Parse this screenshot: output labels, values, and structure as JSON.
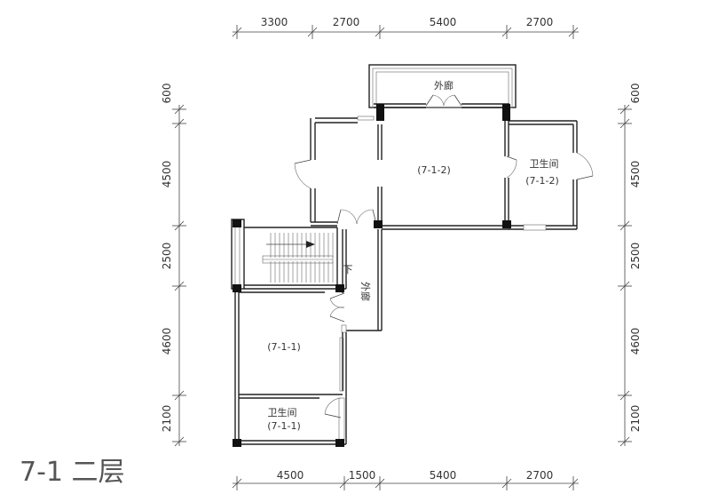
{
  "title": "7-1 二层",
  "dimensions": {
    "top": [
      "3300",
      "2700",
      "5400",
      "2700"
    ],
    "bottom": [
      "4500",
      "1500",
      "5400",
      "2700"
    ],
    "left": [
      "600",
      "4500",
      "2500",
      "4600",
      "2100"
    ],
    "right": [
      "600",
      "4500",
      "2500",
      "4600",
      "2100"
    ]
  },
  "rooms": {
    "corridor_top": "外廊",
    "room_712": "(7-1-2)",
    "bath_712_name": "卫生间",
    "bath_712_code": "(7-1-2)",
    "stair_down": "下",
    "corridor_mid": "外廊",
    "room_711": "(7-1-1)",
    "bath_711_name": "卫生间",
    "bath_711_code": "(7-1-1)"
  }
}
